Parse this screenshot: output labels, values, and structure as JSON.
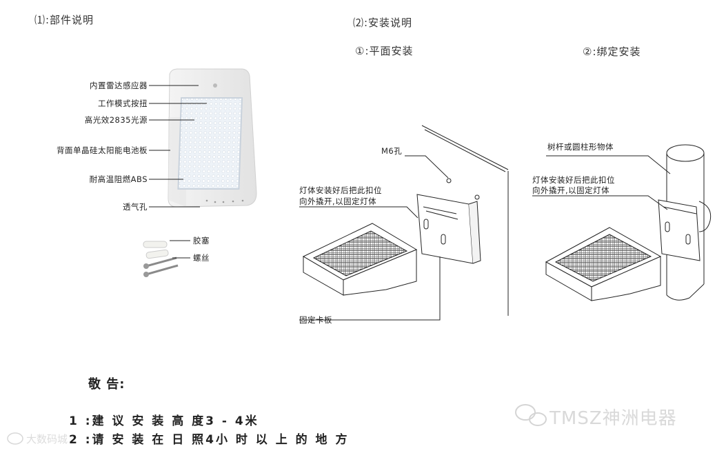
{
  "section1": {
    "title": "⑴:部件说明"
  },
  "section2": {
    "title": "⑵:安装说明",
    "sub1": "①:平面安装",
    "sub2": "②:绑定安装"
  },
  "parts": {
    "radar": "内置雷达感应器",
    "mode_button": "工作模式按扭",
    "led": "高光效2835光源",
    "solar_panel": "背面单晶硅太阳能电池板",
    "abs": "耐高温阻燃ABS",
    "vent": "透气孔",
    "plug": "胶塞",
    "screw": "螺丝"
  },
  "flat_install": {
    "m6": "M6孔",
    "buckle_line1": "灯体安装好后把此扣位",
    "buckle_line2": "向外撬开,以固定灯体",
    "bracket": "固定卡板"
  },
  "pole_install": {
    "pole": "树杆或圆柱形物体",
    "buckle_line1": "灯体安装好后把此扣位",
    "buckle_line2": "向外撬开,以固定灯体"
  },
  "notice": {
    "title": "敬 告:",
    "item1": "1 :建 议 安 装 高 度3 - 4米",
    "item2": "2 :请 安 装 在 日 照4小 时 以 上 的 地 方"
  },
  "watermark": {
    "brand": "TMSZ神洲电器",
    "corner": "大数码城"
  }
}
